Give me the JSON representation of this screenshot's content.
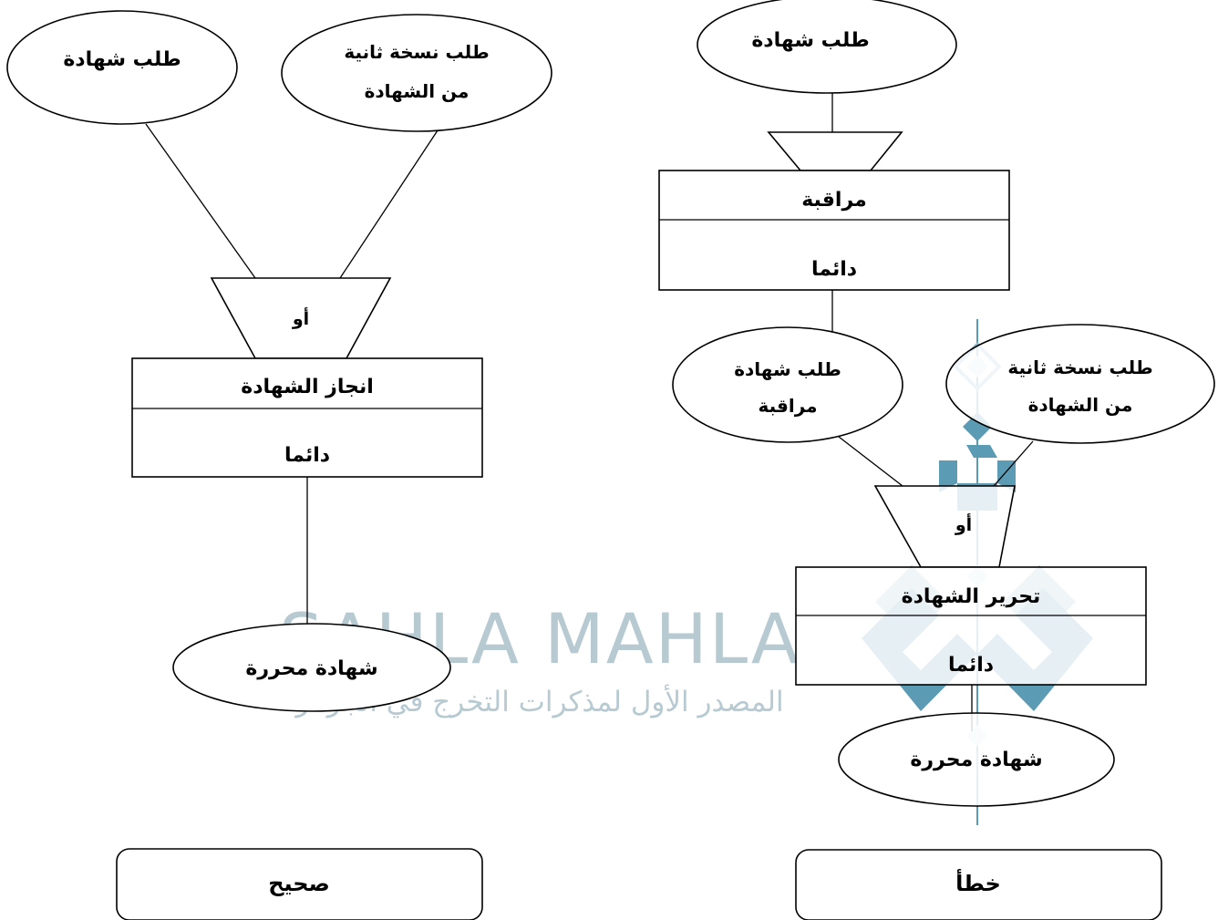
{
  "left": {
    "event_request_certificate": "طلب شهادة",
    "event_request_copy_line1": "طلب نسخة ثانية",
    "event_request_copy_line2": "من الشهادة",
    "sync_label": "أو",
    "operation_title": "انجاز الشهادة",
    "operation_rule": "دائما",
    "result_event": "شهادة محررة",
    "verdict": "صحيح"
  },
  "right": {
    "event_request_certificate": "طلب شهادة",
    "operation_title": "مراقبة",
    "operation_rule": "دائما",
    "event_monitored_line1": "طلب شهادة",
    "event_monitored_line2": "مراقبة",
    "event_request_copy_line1": "طلب نسخة ثانية",
    "event_request_copy_line2": "من الشهادة",
    "sync_label": "أو",
    "operation2_title": "تحرير الشهادة",
    "operation2_rule": "دائما",
    "result_event": "شهادة محررة",
    "verdict": "خطأ"
  },
  "watermark": {
    "brand": "SAHLA MAHLA",
    "tagline": "المصدر الأول لمذكرات التخرج في الجزائر",
    "color": "#9fb9c3",
    "logo_color": "#3f8aa6"
  }
}
